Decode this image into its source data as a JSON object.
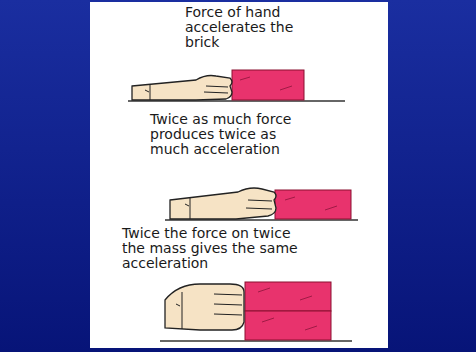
{
  "diagram": {
    "labels": [
      "Force of hand accelerates the brick",
      "Twice as much force produces twice as much acceleration",
      "Twice the force on twice the mass gives the same acceleration"
    ]
  }
}
